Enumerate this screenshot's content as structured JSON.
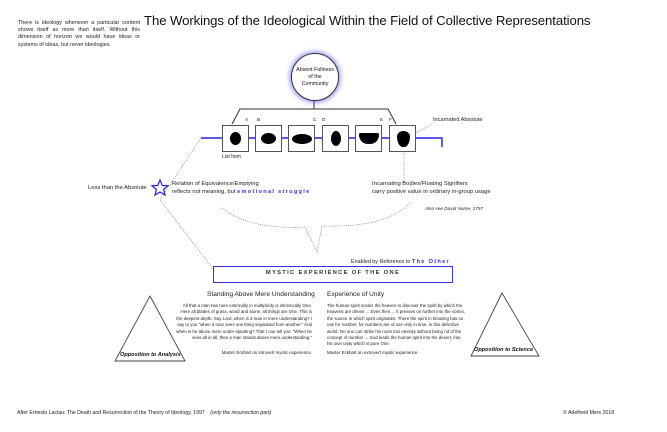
{
  "intro_text": "There is ideology whenever a particular content shows itself as more than itself. Without this dimension of horizon we would have ideas or systems of ideas, but never ideologies.",
  "title": "The Workings of the Ideological Within the Field of Collective Representations",
  "circle": {
    "line1": "Absent Fullness",
    "line2": "of the",
    "line3": "Community"
  },
  "list": {
    "letters": [
      "A",
      "B",
      "C",
      "D",
      "E",
      "F"
    ],
    "item_label": "List Item",
    "incarnated_label": "Incarnated Absolute"
  },
  "left_label": "Less than the Absolute",
  "equivalence": {
    "line1": "Relation of Equivalence/Emptying",
    "line2_prefix": "reflects not meaning, but ",
    "line2_accent": "emotional struggle"
  },
  "incarnating": {
    "line1": "Incarnating Bodies/Floating Signifiers",
    "line2": "carry positive value in ordinary in-group usage",
    "note": "Also see David Hume, 1757"
  },
  "mystic": {
    "enabled_prefix": "Enabled by Reference to ",
    "enabled_accent": "The Other",
    "title": "MYSTIC EXPERIENCE OF THE ONE"
  },
  "left_column": {
    "heading": "Standing Above Mere Understanding",
    "body": "All that a man has here externally in multiplicity is intrinsically One. Here all blades of grass, wood and stone, all things are One. This is the deepest depth. Say Lord, when is a man in mere understanding? I say to you \"when a man sees one thing separated from another.\" And when is he above mere under-standing? That I can tell you: \"When he sees all in all, then a man stands above mere understanding.\"",
    "attribution": "Master Eckhart on introvert mystic experience."
  },
  "right_column": {
    "heading": "Experience of Unity",
    "body": "The human spirit scales the heaven to discover the spirit by which the heavens are driven ... Even then ... it presses on further into the vortex, the source in which spirit originates. There the spirit in knowing has no use for number, for numbers are of use only in time, in this defective world. No one can strike his roots into eternity without being rid of the concept of number ... God leads the human spirit into the desert, into his own unity which is pure One.",
    "attribution": "Master Eckhart on extrovert mystic experience."
  },
  "triangles": {
    "left": "Opposition to Analysis",
    "right": "Opposition to Science"
  },
  "footer": {
    "source": "After Ernesto Laclau: The Death and Resurrection of the Theory of Ideology, 1997",
    "source_note": "(only the resurrection part)",
    "copyright": "© Adelheid Mers 2018"
  },
  "colors": {
    "accent": "#3333dd",
    "line": "#333333",
    "dotted": "#888888"
  }
}
